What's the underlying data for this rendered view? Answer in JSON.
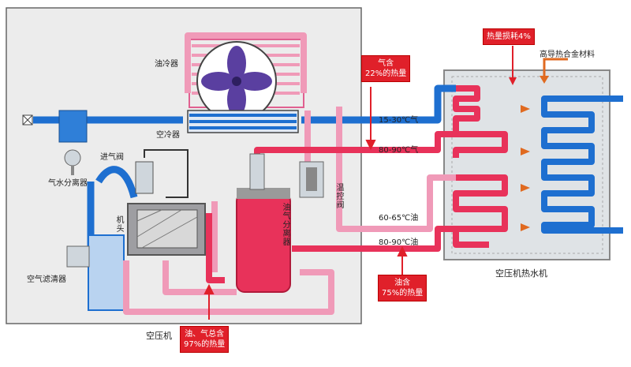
{
  "compressor": {
    "title": "空压机",
    "oil_cooler": "油冷器",
    "air_cooler": "空冷器",
    "intake_valve": "进气阀",
    "water_separator": "气水分离器",
    "air_head": "机头",
    "air_filter": "空气滤清器",
    "oil_gas_separator": "油气分离器",
    "thermostat_valve": "温控阀"
  },
  "heat_recovery": {
    "title": "空压机热水机",
    "material": "高导热合金材料",
    "loss_tag": "热量损耗4%"
  },
  "flows": {
    "gas_15_30": "15-30℃气",
    "gas_80_90": "80-90℃气",
    "oil_60_65": "60-65℃油",
    "oil_80_90": "80-90℃油"
  },
  "tags": {
    "gas_line1": "气含",
    "gas_line2": "22%的热量",
    "oil_line1": "油含",
    "oil_line2": "75%的热量",
    "total_line1": "油、气总含",
    "total_line2": "97%的热量"
  },
  "colors": {
    "hot_gas": "#e8325a",
    "oil_line": "#f09ab8",
    "cold_gas": "#1e6fd0",
    "tag_red": "#e0202a"
  }
}
